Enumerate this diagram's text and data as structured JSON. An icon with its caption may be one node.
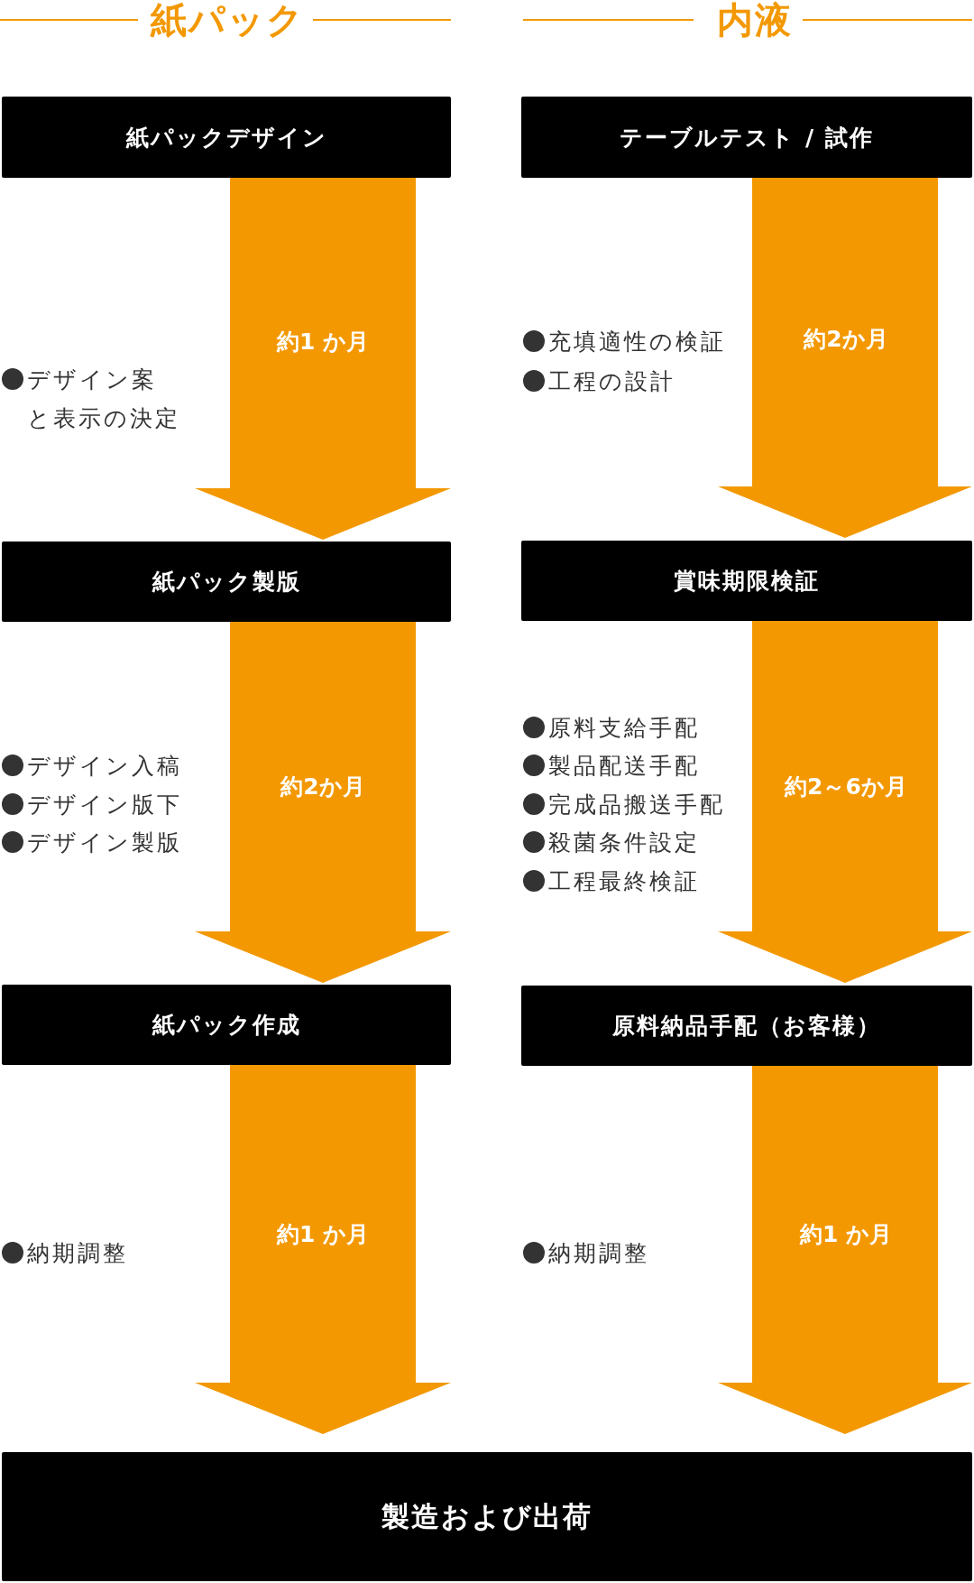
{
  "diagram": {
    "nodes": [
      {
        "text": [
          "紙パックデザイン"
        ]
      },
      {
        "text": [
          "紙パック製版"
        ]
      },
      {
        "text": [
          "紙パック作成"
        ]
      },
      {
        "text": [
          "テーブルテスト / 試作"
        ]
      },
      {
        "text": [
          "賞味期限検証"
        ]
      },
      {
        "text": [
          "原料納品手配（お客様）"
        ]
      },
      {
        "text": [
          "製造および出荷"
        ]
      }
    ],
    "edges": [
      {
        "from": 0,
        "to": 1,
        "arrow": "to",
        "label": "約1 か月"
      },
      {
        "from": 1,
        "to": 2,
        "arrow": "to",
        "label": "約2か月"
      },
      {
        "from": 2,
        "to": 6,
        "arrow": "to",
        "label": "約1 か月"
      },
      {
        "from": 3,
        "to": 4,
        "arrow": "to",
        "label": "約2か月"
      },
      {
        "from": 4,
        "to": 5,
        "arrow": "to",
        "label": "約2～6か月"
      },
      {
        "from": 5,
        "to": 6,
        "arrow": "to",
        "label": "約1 か月"
      }
    ],
    "labels": [
      "紙パック",
      "内液",
      "デザイン案と表示の決定",
      "充填適性の検証",
      "工程の設計",
      "デザイン入稿",
      "デザイン版下",
      "デザイン製版",
      "原料支給手配",
      "製品配送手配",
      "完成品搬送手配",
      "殺菌条件設定",
      "工程最終検証",
      "納期調整",
      "納期調整"
    ]
  }
}
